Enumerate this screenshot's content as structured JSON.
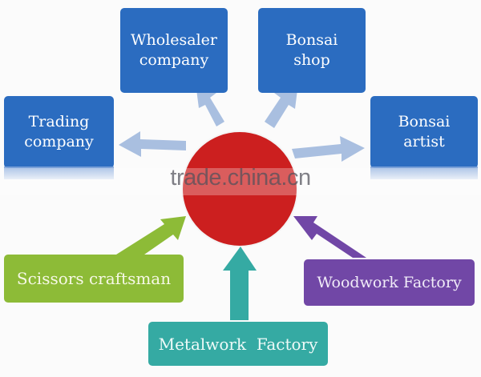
{
  "diagram": {
    "center": {
      "label": "",
      "color": "#cc1f1f"
    },
    "outputs": [
      {
        "id": "trading",
        "label": "Trading company",
        "lines": [
          "Trading",
          "company"
        ]
      },
      {
        "id": "wholesaler",
        "label": "Wholesaler company",
        "lines": [
          "Wholesaler",
          "company"
        ]
      },
      {
        "id": "bonsai-shop",
        "label": "Bonsai shop",
        "lines": [
          "Bonsai",
          "shop"
        ]
      },
      {
        "id": "bonsai-artist",
        "label": "Bonsai artist",
        "lines": [
          "Bonsai",
          "artist"
        ]
      }
    ],
    "inputs": [
      {
        "id": "scissors",
        "label": "Scissors craftsman"
      },
      {
        "id": "metalwork",
        "label": "Metalwork  Factory"
      },
      {
        "id": "woodwork",
        "label": "Woodwork Factory"
      }
    ],
    "colors": {
      "output_box": "#2b6cc0",
      "output_arrow": "#a9bfe0",
      "scissors": "#8dbb37",
      "metalwork": "#35aaa3",
      "woodwork": "#7147a6"
    }
  },
  "watermark": "trade.china.cn"
}
